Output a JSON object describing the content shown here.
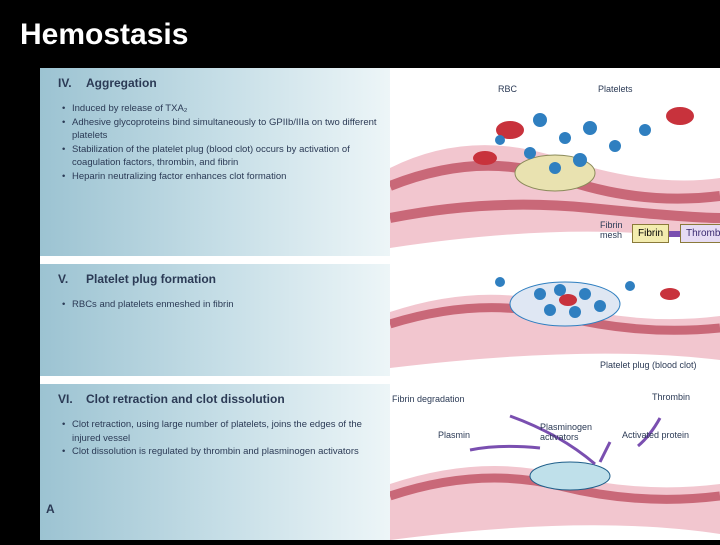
{
  "slide": {
    "title": "Hemostasis"
  },
  "panels": [
    {
      "number": "IV.",
      "heading": "Aggregation",
      "bullets": [
        "Induced by release of TXA₂",
        "Adhesive glycoproteins bind simultaneously to GPIIb/IIIa on two different platelets",
        "Stabilization of the platelet plug (blood clot) occurs by activation of coagulation factors, thrombin, and fibrin",
        "Heparin neutralizing factor enhances clot formation"
      ],
      "labels": {
        "rbc": "RBC",
        "platelets": "Platelets",
        "fibrin_mesh": "Fibrin mesh",
        "fibrin": "Fibrin",
        "thrombin": "Thrombin"
      }
    },
    {
      "number": "V.",
      "heading": "Platelet plug formation",
      "bullets": [
        "RBCs and platelets enmeshed in fibrin"
      ],
      "labels": {
        "platelet_plug": "Platelet plug (blood clot)"
      }
    },
    {
      "number": "VI.",
      "heading": "Clot retraction and clot dissolution",
      "bullets": [
        "Clot retraction, using large number of platelets, joins the edges of the injured vessel",
        "Clot dissolution is regulated by thrombin and plasminogen activators"
      ],
      "labels": {
        "fibrin_degradation": "Fibrin degradation",
        "thrombin": "Thrombin",
        "plasmin": "Plasmin",
        "plasminogen_activators": "Plasminogen activators",
        "activated_protein": "Activated protein"
      }
    }
  ],
  "figure_letter": "A",
  "colors": {
    "vessel": "#d98a9a",
    "rbc": "#c8323c",
    "platelet": "#2f7fc0",
    "fibrin": "#f0e6a0",
    "thrombin": "#7a4fb0"
  }
}
